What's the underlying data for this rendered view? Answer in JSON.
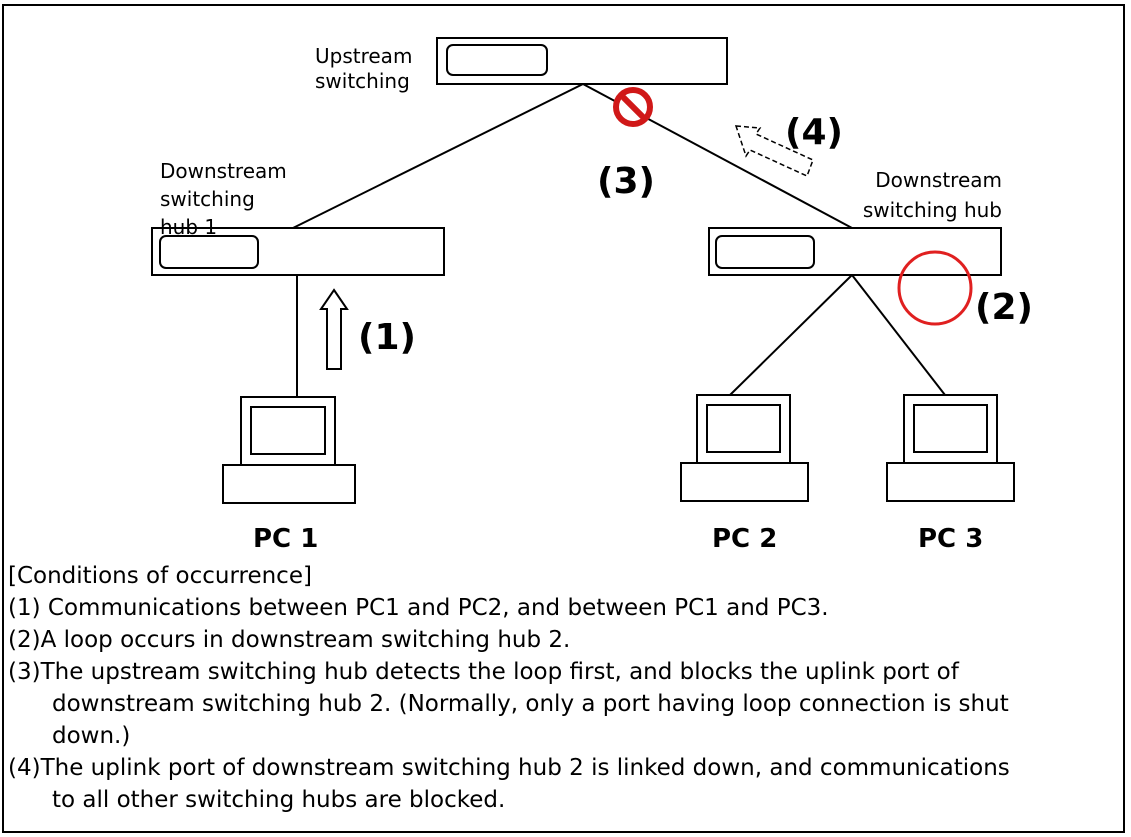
{
  "labels": {
    "upstream": "Upstream switching",
    "downstream1": "Downstream switching hub 1",
    "downstream2": "Downstream switching hub"
  },
  "markers": {
    "m1": "(1)",
    "m2": "(2)",
    "m3": "(3)",
    "m4": "(4)"
  },
  "pcs": {
    "pc1": "PC 1",
    "pc2": "PC 2",
    "pc3": "PC 3"
  },
  "conditions": {
    "heading": "[Conditions of occurrence]",
    "items": [
      {
        "marker": "(1)",
        "lines": [
          " Communications between PC1 and PC2, and between PC1 and PC3."
        ]
      },
      {
        "marker": "(2)",
        "lines": [
          "A loop occurs in downstream switching hub 2."
        ]
      },
      {
        "marker": "(3)",
        "lines": [
          "The upstream switching hub detects the loop first, and blocks the uplink port of",
          "downstream switching hub 2. (Normally, only a port having loop connection is shut",
          "down.)"
        ]
      },
      {
        "marker": "(4)",
        "lines": [
          "The uplink port of downstream switching hub 2 is linked down, and communications",
          "to all other switching hubs are blocked."
        ]
      }
    ]
  },
  "colors": {
    "loop": "#e02020",
    "block": "#d01818",
    "line": "#000000"
  },
  "icons": [
    "prohibited-icon",
    "loop-circle",
    "up-arrow",
    "dashed-arrow",
    "computer-icon"
  ]
}
